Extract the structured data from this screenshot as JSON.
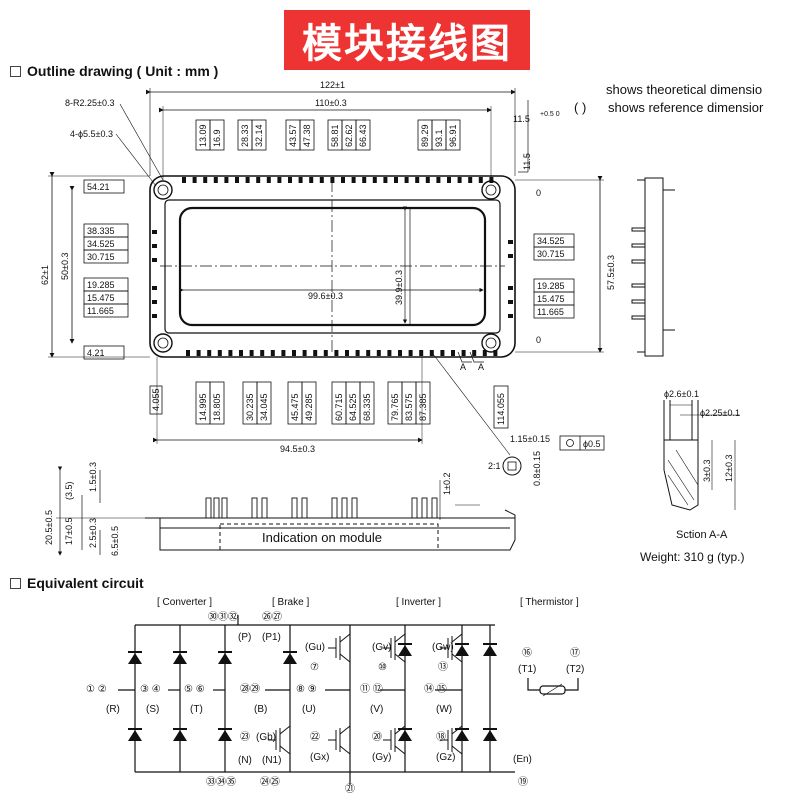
{
  "banner": "模块接线图",
  "outline": {
    "heading": "Outline drawing ( Unit : mm )",
    "legend_theoretical": "shows theoretical dimensio",
    "legend_reference_bracket": "(    )",
    "legend_reference": "shows reference dimensior",
    "dims": {
      "total_width": "122±1",
      "hole_pitch": "110±0.3",
      "corner_radius": "8-R2.25±0.3",
      "mount_holes": "4-ϕ5.5±0.3",
      "pin_height": "11.5",
      "pin_tol": "+0.5 0",
      "pin_top": "11.5",
      "total_height": "62±1",
      "hole_height": "50±0.3",
      "right_height": "57.5±0.3",
      "inner_width": "99.6±0.3",
      "inner_height": "39.9±0.3",
      "bottom_pitch": "94.5±0.3",
      "left_offset": "4.055",
      "right_offset": "114.055",
      "bottom_left": "4.21",
      "top_left": "54.21",
      "zero_top": "0",
      "zero_bottom": "0",
      "section_letter": "A"
    },
    "top_pins": [
      "13.09",
      "16.9",
      "28.33",
      "32.14",
      "43.57",
      "47.38",
      "58.81",
      "62.62",
      "66.43",
      "89.29",
      "93.1",
      "96.91"
    ],
    "bottom_pins": [
      "14.995",
      "18.805",
      "30.235",
      "34.045",
      "45.475",
      "49.285",
      "60.715",
      "64.525",
      "68.335",
      "79.765",
      "83.575",
      "87.385"
    ],
    "left_pins": [
      "38.335",
      "34.525",
      "30.715",
      "19.285",
      "15.475",
      "11.665"
    ],
    "right_pins": [
      "34.525",
      "30.715",
      "19.285",
      "15.475",
      "11.665"
    ],
    "pin_detail": {
      "scale": "2:1",
      "w": "1.15±0.15",
      "h": "0.8±0.15",
      "pos": "ϕ0.5"
    },
    "side": {
      "h35": "(3.5)",
      "h15": "1.5±0.3",
      "h205": "20.5±0.5",
      "h17": "17±0.5",
      "h25": "2.5±0.3",
      "h65": "6.5±0.5",
      "t1": "1±0.2",
      "indication": "Indication on module"
    },
    "section": {
      "d26": "ϕ2.6±0.1",
      "d225": "ϕ2.25±0.1",
      "h3": "3±0.3",
      "h12": "12±0.3",
      "label": "Sction A-A"
    },
    "weight": "Weight: 310 g (typ.)"
  },
  "circuit": {
    "heading": "Equivalent circuit",
    "groups": [
      "[ Converter ]",
      "[ Brake ]",
      "[ Inverter ]",
      "[ Thermistor ]"
    ],
    "terminals": {
      "p_nums": "㉚㉛㉜",
      "p": "(P)",
      "p1_nums": "㉖㉗",
      "p1": "(P1)",
      "gu": "(Gu)",
      "gu_n": "⑦",
      "gv": "(Gv)",
      "gv_n": "⑩",
      "gw": "(Gw)",
      "gw_n": "⑬",
      "t1_n": "⑯",
      "t1": "(T1)",
      "t2_n": "⑰",
      "t2": "(T2)",
      "r_n": "① ②",
      "r": "(R)",
      "s_n": "③ ④",
      "s": "(S)",
      "t_n": "⑤ ⑥",
      "t": "(T)",
      "b_n": "㉘㉙",
      "b": "(B)",
      "u_n": "⑧ ⑨",
      "u": "(U)",
      "v_n": "⑪ ⑫",
      "v": "(V)",
      "w_n": "⑭ ⑮",
      "w": "(W)",
      "gb_n": "㉓",
      "gb": "(Gb)",
      "gx_n": "㉒",
      "gx": "(Gx)",
      "gy_n": "⑳",
      "gy": "(Gy)",
      "gz_n": "⑱",
      "gz": "(Gz)",
      "n": "(N)",
      "n1": "(N1)",
      "en": "(En)",
      "n_nums": "㉝㉞㉟",
      "n1_nums": "㉔㉕",
      "en_n": "⑲",
      "b21": "㉑"
    }
  }
}
